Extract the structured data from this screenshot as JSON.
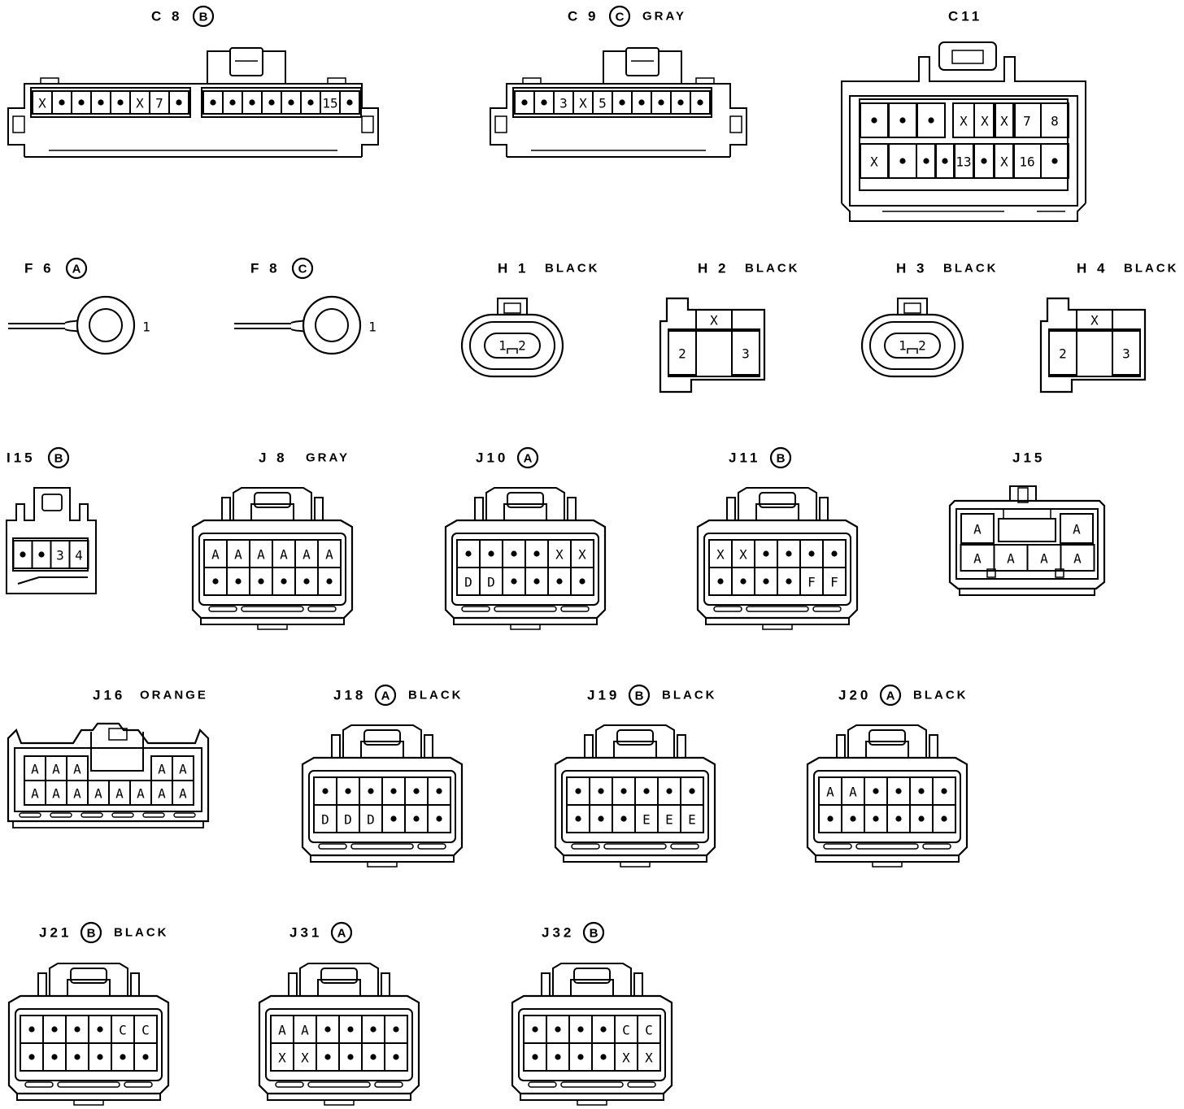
{
  "connectors": [
    {
      "id": "c8",
      "name": "C 8",
      "variant": "B",
      "color": "",
      "style": "long",
      "groups": [
        [
          "X",
          "•",
          "•",
          "•",
          "•",
          "X",
          "7",
          "•"
        ],
        [
          "•",
          "•",
          "•",
          "•",
          "•",
          "•",
          "15",
          "•"
        ]
      ]
    },
    {
      "id": "c9",
      "name": "C 9",
      "variant": "C",
      "color": "GRAY",
      "style": "long",
      "groups": [
        [
          "•",
          "•",
          "3",
          "X",
          "5",
          "•",
          "•",
          "•",
          "•",
          "•"
        ]
      ]
    },
    {
      "id": "c11",
      "name": "C11",
      "variant": "",
      "color": "",
      "style": "c11",
      "rows": [
        [
          "•",
          "•",
          "•",
          "X",
          "X",
          "X",
          "7",
          "8"
        ],
        [
          "X",
          "•",
          "•",
          "•",
          "13",
          "•",
          "X",
          "16",
          "•"
        ]
      ]
    },
    {
      "id": "f6",
      "name": "F 6",
      "variant": "A",
      "color": "",
      "style": "ring",
      "pins": [
        "1"
      ]
    },
    {
      "id": "f8",
      "name": "F 8",
      "variant": "C",
      "color": "",
      "style": "ring",
      "pins": [
        "1"
      ]
    },
    {
      "id": "h1",
      "name": "H 1",
      "variant": "",
      "color": "BLACK",
      "style": "oval",
      "pins": [
        "1",
        "2"
      ]
    },
    {
      "id": "h2",
      "name": "H 2",
      "variant": "",
      "color": "BLACK",
      "style": "tri",
      "pins": [
        "X",
        "2",
        "3"
      ]
    },
    {
      "id": "h3",
      "name": "H 3",
      "variant": "",
      "color": "BLACK",
      "style": "oval",
      "pins": [
        "1",
        "2"
      ]
    },
    {
      "id": "h4",
      "name": "H 4",
      "variant": "",
      "color": "BLACK",
      "style": "tri",
      "pins": [
        "X",
        "2",
        "3"
      ]
    },
    {
      "id": "i15",
      "name": "I15",
      "variant": "B",
      "color": "",
      "style": "i15",
      "pins": [
        "•",
        "•",
        "3",
        "4"
      ]
    },
    {
      "id": "j8",
      "name": "J 8",
      "variant": "",
      "color": "GRAY",
      "style": "j12",
      "rows": [
        [
          "A",
          "A",
          "A",
          "A",
          "A",
          "A"
        ],
        [
          "•",
          "•",
          "•",
          "•",
          "•",
          "•"
        ]
      ]
    },
    {
      "id": "j10",
      "name": "J10",
      "variant": "A",
      "color": "",
      "style": "j12",
      "rows": [
        [
          "•",
          "•",
          "•",
          "•",
          "X",
          "X"
        ],
        [
          "D",
          "D",
          "•",
          "•",
          "•",
          "•"
        ]
      ]
    },
    {
      "id": "j11",
      "name": "J11",
      "variant": "B",
      "color": "",
      "style": "j12",
      "rows": [
        [
          "X",
          "X",
          "•",
          "•",
          "•",
          "•"
        ],
        [
          "•",
          "•",
          "•",
          "•",
          "F",
          "F"
        ]
      ]
    },
    {
      "id": "j15",
      "name": "J15",
      "variant": "",
      "color": "",
      "style": "j15",
      "top": [
        "A",
        "A"
      ],
      "bottom": [
        "A",
        "A",
        "A",
        "A"
      ]
    },
    {
      "id": "j16",
      "name": "J16",
      "variant": "",
      "color": "ORANGE",
      "style": "j16",
      "top_left": [
        "A",
        "A",
        "A"
      ],
      "top_right": [
        "A",
        "A"
      ],
      "bottom": [
        "A",
        "A",
        "A",
        "A",
        "A",
        "A",
        "A",
        "A"
      ]
    },
    {
      "id": "j18",
      "name": "J18",
      "variant": "A",
      "color": "BLACK",
      "style": "j12",
      "rows": [
        [
          "•",
          "•",
          "•",
          "•",
          "•",
          "•"
        ],
        [
          "D",
          "D",
          "D",
          "•",
          "•",
          "•"
        ]
      ]
    },
    {
      "id": "j19",
      "name": "J19",
      "variant": "B",
      "color": "BLACK",
      "style": "j12",
      "rows": [
        [
          "•",
          "•",
          "•",
          "•",
          "•",
          "•"
        ],
        [
          "•",
          "•",
          "•",
          "E",
          "E",
          "E"
        ]
      ]
    },
    {
      "id": "j20",
      "name": "J20",
      "variant": "A",
      "color": "BLACK",
      "style": "j12",
      "rows": [
        [
          "A",
          "A",
          "•",
          "•",
          "•",
          "•"
        ],
        [
          "•",
          "•",
          "•",
          "•",
          "•",
          "•"
        ]
      ]
    },
    {
      "id": "j21",
      "name": "J21",
      "variant": "B",
      "color": "BLACK",
      "style": "j12",
      "rows": [
        [
          "•",
          "•",
          "•",
          "•",
          "C",
          "C"
        ],
        [
          "•",
          "•",
          "•",
          "•",
          "•",
          "•"
        ]
      ]
    },
    {
      "id": "j31",
      "name": "J31",
      "variant": "A",
      "color": "",
      "style": "j12",
      "rows": [
        [
          "A",
          "A",
          "•",
          "•",
          "•",
          "•"
        ],
        [
          "X",
          "X",
          "•",
          "•",
          "•",
          "•"
        ]
      ]
    },
    {
      "id": "j32",
      "name": "J32",
      "variant": "B",
      "color": "",
      "style": "j12",
      "rows": [
        [
          "•",
          "•",
          "•",
          "•",
          "C",
          "C"
        ],
        [
          "•",
          "•",
          "•",
          "•",
          "X",
          "X"
        ]
      ]
    }
  ]
}
